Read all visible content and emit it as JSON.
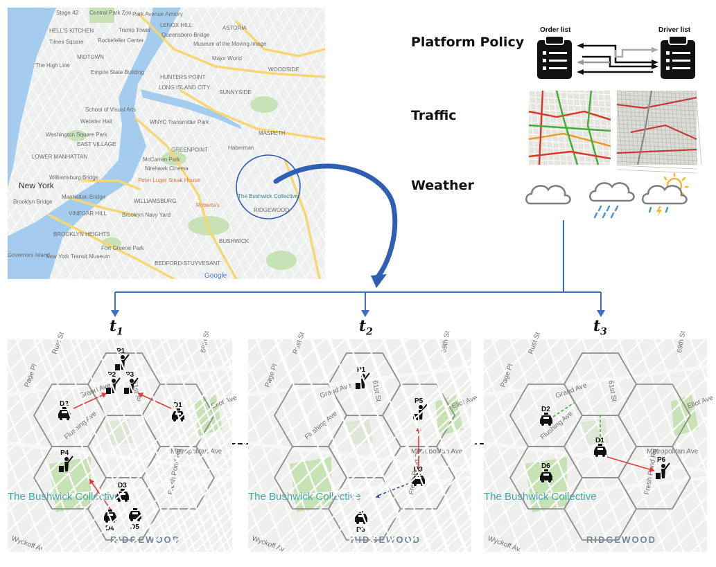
{
  "nyc_map": {
    "labels": [
      "Stage 42",
      "Central Park Zoo",
      "Park Avenue Armory",
      "LENOX HILL",
      "ASTORIA",
      "HELL'S KITCHEN",
      "Trump Tower",
      "Queensboro Bridge",
      "Times Square",
      "Rockefeller Center",
      "MIDTOWN",
      "Museum of the Moving Image",
      "Major World",
      "The High Line",
      "Empire State Building",
      "HUNTERS POINT",
      "WOODSIDE",
      "LONG ISLAND CITY",
      "SUNNYSIDE",
      "School of Visual Arts",
      "Webster Hall",
      "WNYC Transmitter Park",
      "Washington Square Park",
      "EAST VILLAGE",
      "GREENPOINT",
      "MASPETH",
      "LOWER MANHATTAN",
      "McCarren Park",
      "Haberman",
      "Nitehawk Cinema",
      "New York",
      "Williamsburg Bridge",
      "Peter Luger Steak House",
      "The Bushwick Collective",
      "Brooklyn Bridge",
      "Manhattan Bridge",
      "WILLIAMSBURG",
      "Roberta's",
      "RIDGEWOOD",
      "VINEGAR HILL",
      "Brooklyn Navy Yard",
      "BROOKLYN HEIGHTS",
      "Fort Greene Park",
      "BUSHWICK",
      "New York Transit Museum",
      "BEDFORD-STUYVESANT",
      "Governors Island",
      "Google"
    ]
  },
  "panel": {
    "platform_policy": "Platform Policy",
    "order_list": "Order list",
    "driver_list": "Driver list",
    "traffic": "Traffic",
    "weather": "Weather"
  },
  "times": [
    {
      "t": "t",
      "sub": "1"
    },
    {
      "t": "t",
      "sub": "2"
    },
    {
      "t": "t",
      "sub": "3"
    }
  ],
  "street_labels": [
    "Rust St",
    "69th St",
    "Page Pl",
    "Grand Ave",
    "61st St",
    "Flushing Ave",
    "Eliot Ave",
    "Metropolitan Ave",
    "Fresh Pond Rd",
    "Wyckoff Av"
  ],
  "snapshots": [
    {
      "passengers": [
        {
          "id": "P1"
        },
        {
          "id": "P2"
        },
        {
          "id": "P3"
        },
        {
          "id": "P4"
        }
      ],
      "drivers": [
        {
          "id": "D1"
        },
        {
          "id": "D2"
        },
        {
          "id": "D3"
        },
        {
          "id": "D4"
        },
        {
          "id": "D5"
        }
      ],
      "place": "The Bushwick Collective",
      "district": "RIDGEWOOD"
    },
    {
      "passengers": [
        {
          "id": "P1"
        },
        {
          "id": "P5"
        }
      ],
      "drivers": [
        {
          "id": "D3"
        },
        {
          "id": "D5"
        }
      ],
      "place": "The Bushwick Collective",
      "district": "RIDGEWOOD"
    },
    {
      "passengers": [
        {
          "id": "P6"
        }
      ],
      "drivers": [
        {
          "id": "D1"
        },
        {
          "id": "D2"
        },
        {
          "id": "D6"
        }
      ],
      "place": "The Bushwick Collective",
      "district": "RIDGEWOOD"
    }
  ],
  "colors": {
    "map_bg": "#eef0ef",
    "water": "#a3ccee",
    "park": "#c7e3b5",
    "road_yellow": "#f6d776",
    "hex_line": "#8e908e",
    "arrow_blue": "#2f5fb3",
    "match_red": "#e03a3a",
    "bushwick_teal": "#3fa8a5",
    "ridgewood_gray": "#6f8497"
  }
}
